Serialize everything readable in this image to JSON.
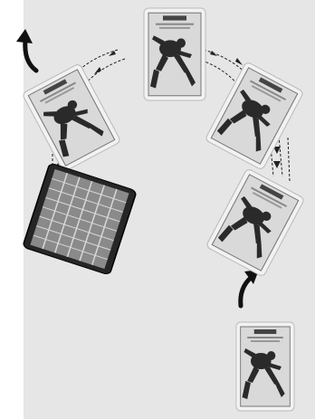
{
  "colors": {
    "background": "#e6e6e6",
    "page": "#ffffff",
    "card_border_face": "#f2f2f2",
    "card_border_back": "#262626",
    "figure": "#2a2a2a",
    "arrow": "#111111",
    "dashes": "#222222"
  },
  "cards": [
    {
      "name": "card-top",
      "side": "face",
      "rotation_deg": 0,
      "icon": "wrestler-figure-icon"
    },
    {
      "name": "card-upper-left",
      "side": "face",
      "rotation_deg": -28,
      "icon": "wrestler-figure-icon"
    },
    {
      "name": "card-upper-right",
      "side": "face",
      "rotation_deg": 28,
      "icon": "wrestler-figure-icon"
    },
    {
      "name": "card-left-back",
      "side": "back",
      "rotation_deg": 18,
      "icon": "grid-pattern-icon"
    },
    {
      "name": "card-right",
      "side": "face",
      "rotation_deg": 28,
      "icon": "wrestler-figure-icon"
    },
    {
      "name": "card-bottom",
      "side": "face",
      "rotation_deg": 0,
      "icon": "wrestler-figure-icon"
    }
  ],
  "arrows": [
    {
      "name": "curved-arrow-left",
      "icon": "curved-up-arrow-icon"
    },
    {
      "name": "curved-arrow-bottom",
      "icon": "curved-up-arrow-icon"
    }
  ]
}
